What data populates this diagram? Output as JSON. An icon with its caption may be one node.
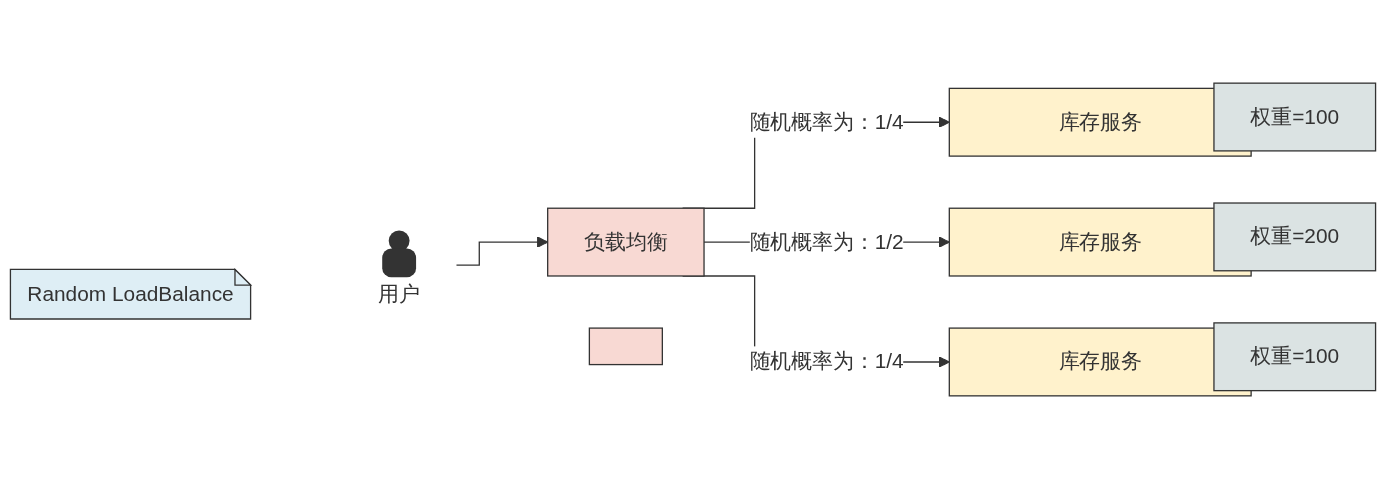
{
  "diagram": {
    "nodes": [
      {
        "text": [
          "Random LoadBalance"
        ]
      },
      {
        "text": [
          "用户"
        ]
      },
      {
        "text": [
          "负载均衡"
        ]
      },
      {
        "text": [
          "库存服务"
        ]
      },
      {
        "text": [
          "权重=100"
        ]
      },
      {
        "text": [
          "库存服务"
        ]
      },
      {
        "text": [
          "权重=200"
        ]
      },
      {
        "text": [
          "库存服务"
        ]
      },
      {
        "text": [
          "权重=100"
        ]
      },
      {
        "text": [],
        "shape": "box"
      }
    ],
    "edges": [
      {
        "from": 1,
        "to": 2,
        "arrow": "to"
      },
      {
        "from": 2,
        "to": 3,
        "label": "随机概率为：1/4",
        "arrow": "to"
      },
      {
        "from": 2,
        "to": 5,
        "label": "随机概率为：1/2",
        "arrow": "to"
      },
      {
        "from": 2,
        "to": 7,
        "label": "随机概率为：1/4",
        "arrow": "to"
      }
    ]
  }
}
